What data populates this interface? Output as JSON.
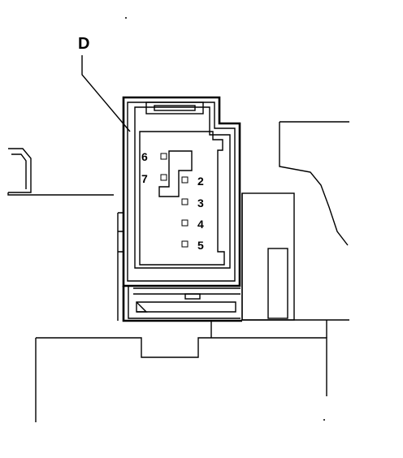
{
  "callout": {
    "label": "D"
  },
  "pins": [
    {
      "label": "6",
      "side": "left"
    },
    {
      "label": "7",
      "side": "left"
    },
    {
      "label": "2",
      "side": "right"
    },
    {
      "label": "3",
      "side": "right"
    },
    {
      "label": "4",
      "side": "right"
    },
    {
      "label": "5",
      "side": "right"
    }
  ]
}
